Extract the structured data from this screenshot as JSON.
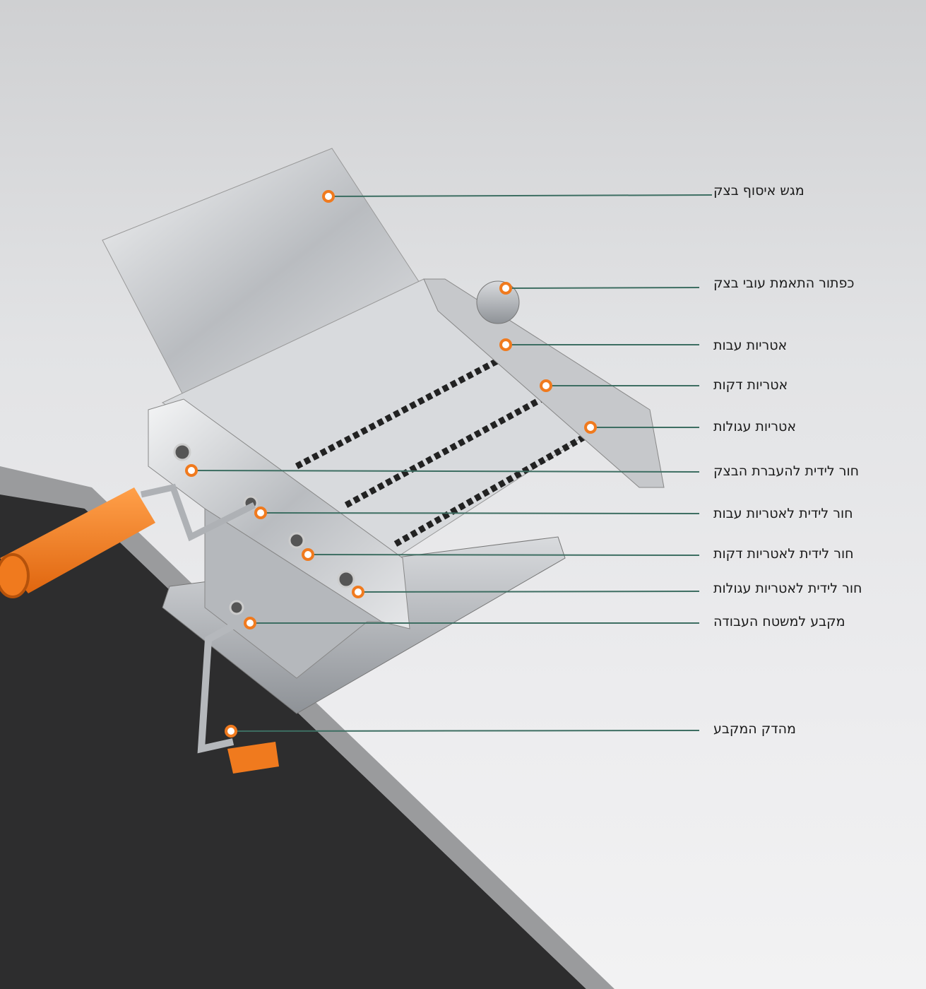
{
  "title": "Pasta machine parts diagram",
  "colors": {
    "accent": "#f07a1e",
    "leader_line": "#3d6e62",
    "table_edge": "#2b2b2b"
  },
  "callouts": [
    {
      "label": "מגש איסוף בצק"
    },
    {
      "label": "כפתור התאמת עובי בצק"
    },
    {
      "label": "אטריות עבות"
    },
    {
      "label": "אטריות דקות"
    },
    {
      "label": "אטריות עגולות"
    },
    {
      "label": "חור לידית להעברת הבצק"
    },
    {
      "label": "חור לידית לאטריות עבות"
    },
    {
      "label": "חור לידית לאטריות דקות"
    },
    {
      "label": "חור לידית לאטריות עגולות"
    },
    {
      "label": "מקבע למשטח העבודה"
    },
    {
      "label": "מהדק המקבע"
    }
  ]
}
